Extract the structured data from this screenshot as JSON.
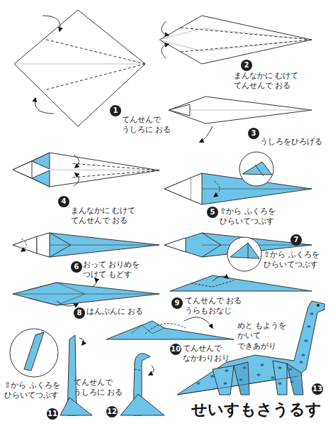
{
  "diagram": {
    "title": "せいすもさうるす",
    "labels": [
      "1",
      "てんせんで うしろに おる",
      "2",
      "まんなかに むけて てんせんで おる",
      "3",
      "うしろをひろげる",
      "4",
      "まんなかに むけて てんせんで おる",
      "5",
      "⇧から ふくろを ひらいてつぶす",
      "6",
      "おって おりめを つけて もどす",
      "7",
      "⇧から ふくろを ひらいてつぶす",
      "8",
      "はんぶんに おる",
      "9",
      "てんせんで おる うらもおなじ",
      "10",
      "てんせんで なかわりおり",
      "11",
      "⇧から ふくろを ひらいてつぶす",
      "12",
      "てんせんで うしろに おる",
      "13",
      "めと もようを かいて できあがり"
    ]
  }
}
